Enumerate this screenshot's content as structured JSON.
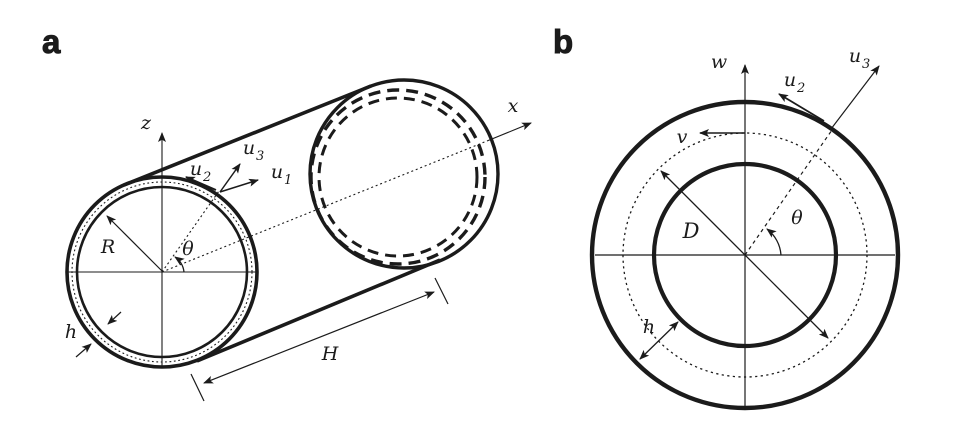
{
  "colors": {
    "ink": "#1b1b1b",
    "background": "#ffffff"
  },
  "panel_a": {
    "label": "a",
    "z_axis": "z",
    "x_axis": "x",
    "u1": {
      "base": "u",
      "sub": "1"
    },
    "u2": {
      "base": "u",
      "sub": "2"
    },
    "u3": {
      "base": "u",
      "sub": "3"
    },
    "radius": "R",
    "angle": "θ",
    "wall_thickness": "h",
    "length": "H"
  },
  "panel_b": {
    "label": "b",
    "w_axis": "w",
    "v_displacement": "v",
    "u2": {
      "base": "u",
      "sub": "2"
    },
    "u3": {
      "base": "u",
      "sub": "3"
    },
    "diameter": "D",
    "angle": "θ",
    "wall_thickness": "h"
  }
}
